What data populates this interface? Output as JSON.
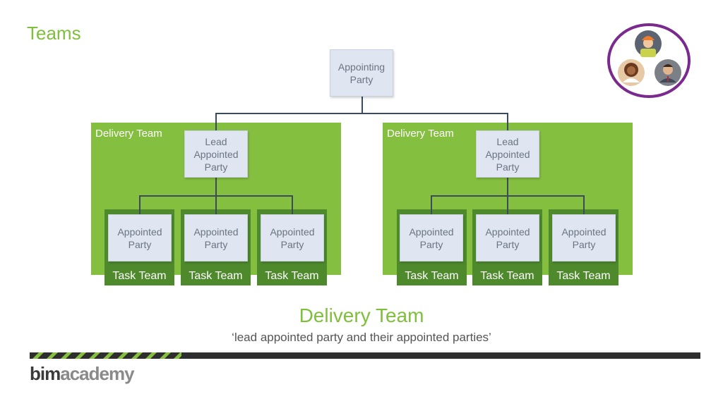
{
  "page_title": "Teams",
  "appointing_party": "Appointing Party",
  "delivery_teams": [
    {
      "label": "Delivery Team",
      "lead": "Lead Appointed Party",
      "task_teams": [
        {
          "party": "Appointed Party",
          "label": "Task Team"
        },
        {
          "party": "Appointed Party",
          "label": "Task Team"
        },
        {
          "party": "Appointed Party",
          "label": "Task Team"
        }
      ]
    },
    {
      "label": "Delivery Team",
      "lead": "Lead Appointed Party",
      "task_teams": [
        {
          "party": "Appointed Party",
          "label": "Task Team"
        },
        {
          "party": "Appointed Party",
          "label": "Task Team"
        },
        {
          "party": "Appointed Party",
          "label": "Task Team"
        }
      ]
    }
  ],
  "caption": {
    "title": "Delivery Team",
    "subtitle": "‘lead appointed party and their appointed parties’"
  },
  "logo": {
    "part1": "bim",
    "part2": "academy"
  },
  "icons": [
    "engineer-avatar-icon",
    "woman-avatar-icon",
    "man-avatar-icon"
  ],
  "colors": {
    "green": "#85bf40",
    "dark_green": "#4e8a2c",
    "node": "#dfe6f1",
    "purple": "#7a2a8f"
  }
}
